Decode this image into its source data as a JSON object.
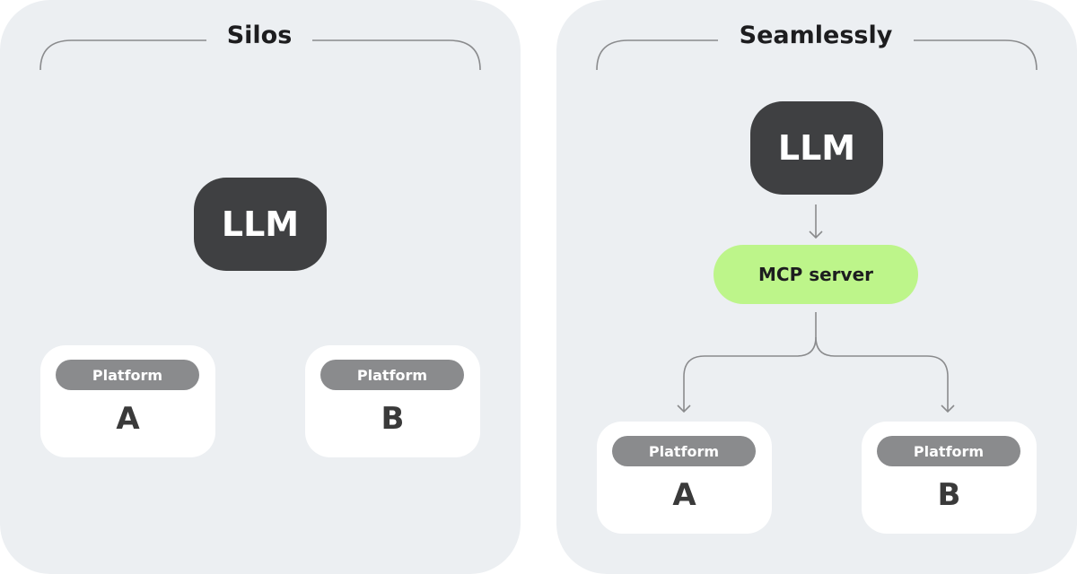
{
  "left": {
    "title": "Silos",
    "llm": "LLM",
    "platforms": [
      {
        "label": "Platform",
        "letter": "A"
      },
      {
        "label": "Platform",
        "letter": "B"
      }
    ]
  },
  "right": {
    "title": "Seamlessly",
    "llm": "LLM",
    "server": "MCP server",
    "platforms": [
      {
        "label": "Platform",
        "letter": "A"
      },
      {
        "label": "Platform",
        "letter": "B"
      }
    ]
  },
  "colors": {
    "panel": "#eceff2",
    "llm": "#3f4042",
    "server": "#bdf58a",
    "pill": "#8a8b8d",
    "connector": "#8a8b8d"
  }
}
